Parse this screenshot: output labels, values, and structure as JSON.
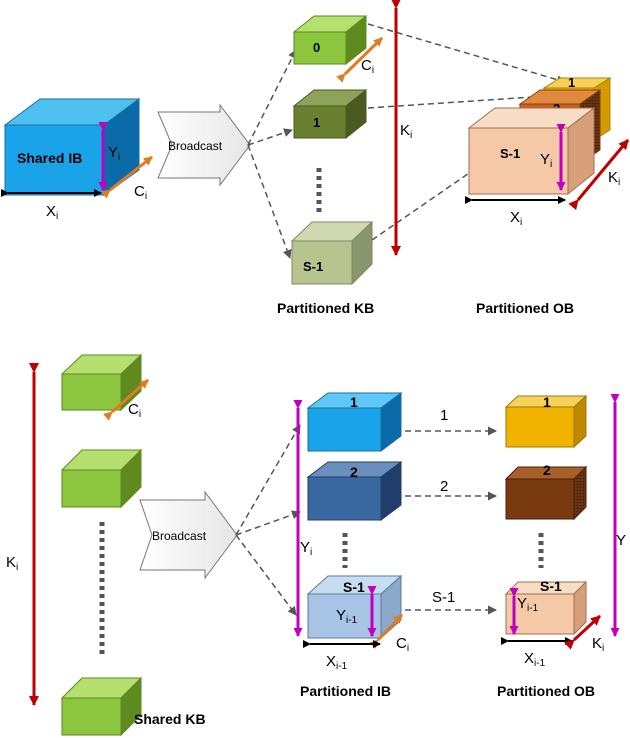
{
  "top": {
    "shared_ib": {
      "label": "Shared IB",
      "x": "X",
      "y": "Y",
      "c": "C",
      "sub": "i"
    },
    "broadcast": "Broadcast",
    "kb_blocks": [
      {
        "label": "0"
      },
      {
        "label": "1"
      },
      {
        "label": "S-1"
      }
    ],
    "kb_c": {
      "main": "C",
      "sub": "i"
    },
    "kb_k": {
      "main": "K",
      "sub": "i"
    },
    "ob_blocks": [
      {
        "label": "1"
      },
      {
        "label": "2"
      },
      {
        "label": "S-1"
      }
    ],
    "ob_x": {
      "main": "X",
      "sub": "i"
    },
    "ob_y": {
      "main": "Y",
      "sub": "i"
    },
    "ob_k": {
      "main": "K",
      "sub": "i"
    },
    "caption_kb": "Partitioned KB",
    "caption_ob": "Partitioned OB"
  },
  "bottom": {
    "k": {
      "main": "K",
      "sub": "i"
    },
    "kb_c": {
      "main": "C",
      "sub": "i"
    },
    "broadcast": "Broadcast",
    "ib_blocks": [
      {
        "label": "1"
      },
      {
        "label": "2"
      },
      {
        "label": "S-1"
      }
    ],
    "ib_y": {
      "main": "Y",
      "sub": "i"
    },
    "ib_y1": {
      "main": "Y",
      "sub": "i-1"
    },
    "ib_x1": {
      "main": "X",
      "sub": "i-1"
    },
    "ib_c": {
      "main": "C",
      "sub": "i"
    },
    "arrows": [
      "1",
      "2",
      "S-1"
    ],
    "ob_blocks": [
      {
        "label": "1"
      },
      {
        "label": "2"
      },
      {
        "label": "S-1"
      }
    ],
    "ob_y": {
      "main": "Y"
    },
    "ob_y1": {
      "main": "Y",
      "sub": "i-1"
    },
    "ob_x1": {
      "main": "X",
      "sub": "i-1"
    },
    "ob_k": {
      "main": "K",
      "sub": "i"
    },
    "caption_ib": "Partitioned IB",
    "caption_ob": "Partitioned OB",
    "caption_kb": "Shared KB"
  },
  "colors": {
    "ib_blue": "#1aa3e8",
    "kb_green": "#8cc63f",
    "magenta": "#c000c0",
    "orange": "#e07b20",
    "red": "#c00000",
    "ob_gold": "#f0b400",
    "ob_brown": "#8b4513",
    "ob_peach": "#f5c8a8"
  }
}
